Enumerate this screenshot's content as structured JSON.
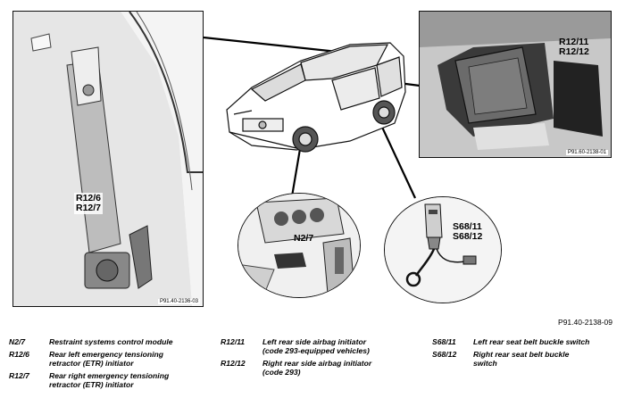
{
  "panels": {
    "left": {
      "callout": [
        "R12/6",
        "R12/7"
      ],
      "id": "P91.40-2136-03"
    },
    "right": {
      "callout": [
        "R12/11",
        "R12/12"
      ],
      "id": "P91.60-2138-01"
    },
    "circle_mid": {
      "callout": "N2/7"
    },
    "circle_right": {
      "callout": [
        "S68/11",
        "S68/12"
      ]
    }
  },
  "figure_ref": "P91.40-2138-09",
  "legend": [
    {
      "code": "N2/7",
      "desc": [
        "Restraint systems control module"
      ]
    },
    {
      "code": "R12/6",
      "desc": [
        "Rear left emergency tensioning",
        "retractor (ETR) initiator"
      ]
    },
    {
      "code": "R12/7",
      "desc": [
        "Rear right emergency tensioning",
        "retractor (ETR) initiator"
      ]
    },
    {
      "code": "R12/11",
      "desc": [
        "Left rear side airbag initiator",
        "(code 293-equipped vehicles)"
      ]
    },
    {
      "code": "R12/12",
      "desc": [
        "Right rear side airbag initiator",
        "(code 293)"
      ]
    },
    {
      "code": "S68/11",
      "desc": [
        "Left rear seat belt buckle switch"
      ]
    },
    {
      "code": "S68/12",
      "desc": [
        "Right rear seat belt buckle",
        "switch"
      ]
    }
  ]
}
